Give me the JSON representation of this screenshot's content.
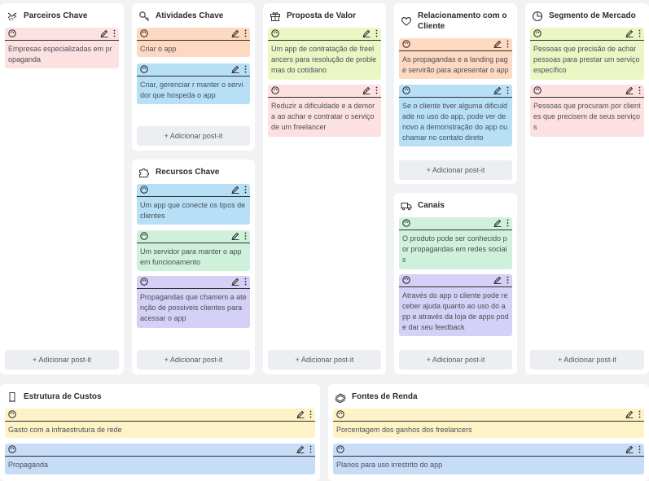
{
  "columns": {
    "parceiros": {
      "title": "Parceiros Chave",
      "icon": "handshake-icon",
      "notes": [
        {
          "text": "Empresas especializadas em propaganda",
          "color": "#fde1e1"
        }
      ],
      "add_label": "+ Adicionar post-it"
    },
    "atividades": {
      "title": "Atividades Chave",
      "icon": "key-icon",
      "notes": [
        {
          "text": "Criar o app",
          "color": "#fdd9c1"
        },
        {
          "text": "Criar, gerenciar r manter o servidor que hospeda o app",
          "color": "#b7e0f7"
        }
      ],
      "add_label": "+ Adicionar post-it"
    },
    "recursos": {
      "title": "Recursos Chave",
      "icon": "puzzle-icon",
      "notes": [
        {
          "text": "Um app que conecte os tipos de clientes",
          "color": "#b7e0f7"
        },
        {
          "text": "Um servidor para manter o app em funcionamento",
          "color": "#cff1db"
        },
        {
          "text": "Propagandas que chamem a atenção de possiveis clientes para acessar o app",
          "color": "#d5d0f6"
        }
      ],
      "add_label": "+ Adicionar post-it"
    },
    "proposta": {
      "title": "Proposta de Valor",
      "icon": "gift-icon",
      "notes": [
        {
          "text": "Um app de contratação de freelancers para resolução de problemas do cotidiano",
          "color": "#eaf7c4"
        },
        {
          "text": "Reduzir a dificuldade e a demora ao achar e contratar o serviço de um freelancer",
          "color": "#fde1e1"
        }
      ],
      "add_label": "+ Adicionar post-it"
    },
    "relacionamento": {
      "title": "Relacionamento com o Cliente",
      "icon": "heart-icon",
      "notes": [
        {
          "text": "As propagandas e a landing page servirão para apresentar o app",
          "color": "#fdd9c1"
        },
        {
          "text": "Se o cliente tiver alguma dificuldade no uso do app, pode ver de novo a demonstração do app ou chamar no contato direto",
          "color": "#b7e0f7"
        }
      ],
      "add_label": "+ Adicionar post-it"
    },
    "canais": {
      "title": "Canais",
      "icon": "truck-icon",
      "notes": [
        {
          "text": "O produto pode ser conhecido por propagandas em redes sociais",
          "color": "#cff1db"
        },
        {
          "text": "Através do app o cliente pode receber ajuda quanto ao uso do app e através da loja de apps pode dar seu feedback",
          "color": "#d5d0f6"
        }
      ],
      "add_label": "+ Adicionar post-it"
    },
    "segmento": {
      "title": "Segmento de Mercado",
      "icon": "pie-chart-icon",
      "notes": [
        {
          "text": "Pessoas que precisão de achar pessoas para prestar um serviço específico",
          "color": "#eaf7c4"
        },
        {
          "text": "Pessoas que procuram por clientes que precisem de seus serviços",
          "color": "#fde1e1"
        }
      ],
      "add_label": "+ Adicionar post-it"
    },
    "custos": {
      "title": "Estrutura de Custos",
      "icon": "receipt-icon",
      "notes": [
        {
          "text": "Gasto com a infraestrutura de rede",
          "color": "#fdf3c7"
        },
        {
          "text": "Propaganda",
          "color": "#c7ddf7"
        }
      ]
    },
    "fontes": {
      "title": "Fontes de Renda",
      "icon": "money-stack-icon",
      "notes": [
        {
          "text": "Porcentagem dos ganhos dos freelancers",
          "color": "#fdf3c7"
        },
        {
          "text": "Planos para uso irrestrito do app",
          "color": "#c7ddf7"
        }
      ]
    }
  }
}
